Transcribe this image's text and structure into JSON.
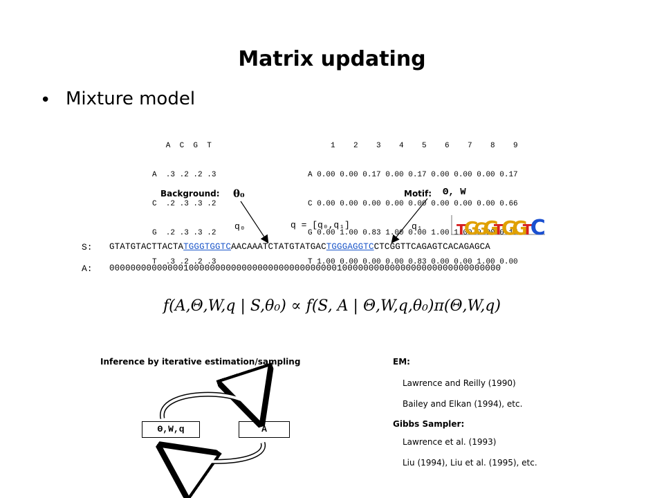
{
  "title": "Matrix updating",
  "bullet": {
    "marker": "•",
    "text": "Mixture model"
  },
  "background_matrix": {
    "lines": [
      "   A  C  G  T",
      "A  .3 .2 .2 .3",
      "C  .2 .3 .3 .2",
      "G  .2 .3 .3 .2",
      "T  .3 .2 .2 .3"
    ]
  },
  "motif_matrix": {
    "lines": [
      "     1    2    3    4    5    6    7    8    9",
      "A 0.00 0.00 0.17 0.00 0.17 0.00 0.00 0.00 0.17",
      "C 0.00 0.00 0.00 0.00 0.00 0.00 0.00 0.00 0.66",
      "G 0.00 1.00 0.83 1.00 0.00 1.00 1.00 0.00 0.17",
      "T 1.00 0.00 0.00 0.00 0.83 0.00 0.00 1.00 0.00"
    ]
  },
  "labels": {
    "background": "Background:",
    "theta0": "θ₀",
    "motif": "Motif:",
    "motif_params": "Θ, W",
    "q0": "q₀",
    "q_def": "q = [q₀,q₁]",
    "q1": "q₁"
  },
  "sequence": {
    "label": "S:",
    "part1": "GTATGTACTTACTA",
    "site1": "TGGGTGGTC",
    "part2": "AACAAATCTATGTATGAC",
    "site2": "TGGGAGGTC",
    "part3": "CTCGGTTCAGAGTCACAGAGCA"
  },
  "alignment": {
    "label": "A:",
    "value": "00000000000000100000000000000000000000000001000000000000000000000000000000"
  },
  "equation": "f(A,Θ,W,q | S,θ₀) ∝ f(S, A | Θ,W,q,θ₀)π(Θ,W,q)",
  "inference": {
    "label": "Inference by iterative estimation/sampling",
    "box_params": "Θ,W,q",
    "box_a": "A"
  },
  "references": {
    "em_head": "EM:",
    "em1": "Lawrence and Reilly (1990)",
    "em2": "Bailey and Elkan (1994), etc.",
    "gibbs_head": "Gibbs Sampler:",
    "g1": "Lawrence et al. (1993)",
    "g2": "Liu (1994), Liu et al. (1995), etc."
  },
  "logo": {
    "letters": [
      "T",
      "G",
      "G",
      "G",
      "T",
      "G",
      "G",
      "T",
      "C"
    ],
    "colors": {
      "T": "#d62020",
      "G": "#e0a000",
      "C": "#1a4fd0",
      "A": "#1a9a1a"
    }
  }
}
